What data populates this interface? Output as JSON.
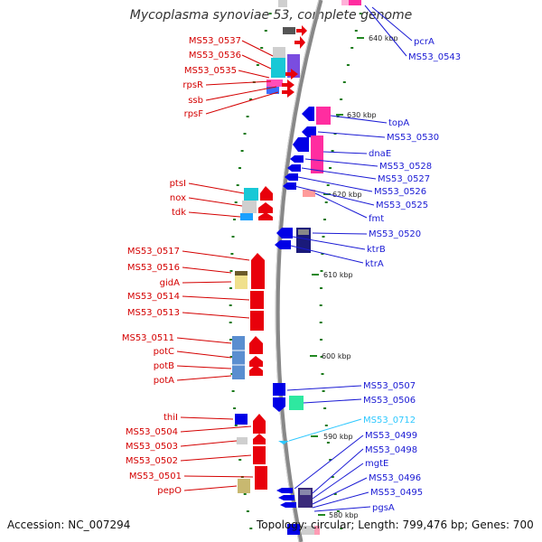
{
  "title": "Mycoplasma synoviae 53, complete genome",
  "footer": {
    "accession": "Accession: NC_007294",
    "info": "Topology: circular; Length: 799,476 bp; Genes: 700"
  },
  "ticks": [
    "640 kbp",
    "630 kbp",
    "620 kbp",
    "610 kbp",
    "600 kbp",
    "590 kbp",
    "580 kbp"
  ],
  "left_labels": [
    "MS53_0537",
    "MS53_0536",
    "MS53_0535",
    "rpsR",
    "ssb",
    "rpsF",
    "ptsI",
    "nox",
    "tdk",
    "MS53_0517",
    "MS53_0516",
    "gidA",
    "MS53_0514",
    "MS53_0513",
    "MS53_0511",
    "potC",
    "potB",
    "potA",
    "thiI",
    "MS53_0504",
    "MS53_0503",
    "MS53_0502",
    "MS53_0501",
    "pepO"
  ],
  "right_labels": [
    "pcrA",
    "MS53_0543",
    "topA",
    "MS53_0530",
    "dnaE",
    "MS53_0528",
    "MS53_0527",
    "MS53_0526",
    "MS53_0525",
    "fmt",
    "MS53_0520",
    "ktrB",
    "ktrA",
    "MS53_0507",
    "MS53_0506",
    "MS53_0712",
    "MS53_0499",
    "MS53_0498",
    "mgtE",
    "MS53_0496",
    "MS53_0495",
    "pgsA"
  ],
  "colors": {
    "forward_strand": "#e8000b",
    "reverse_strand": "#0000e6",
    "rna_label": "#2ec8ff",
    "backbone": "#888888",
    "gc_dots": "#1a7a1a"
  }
}
